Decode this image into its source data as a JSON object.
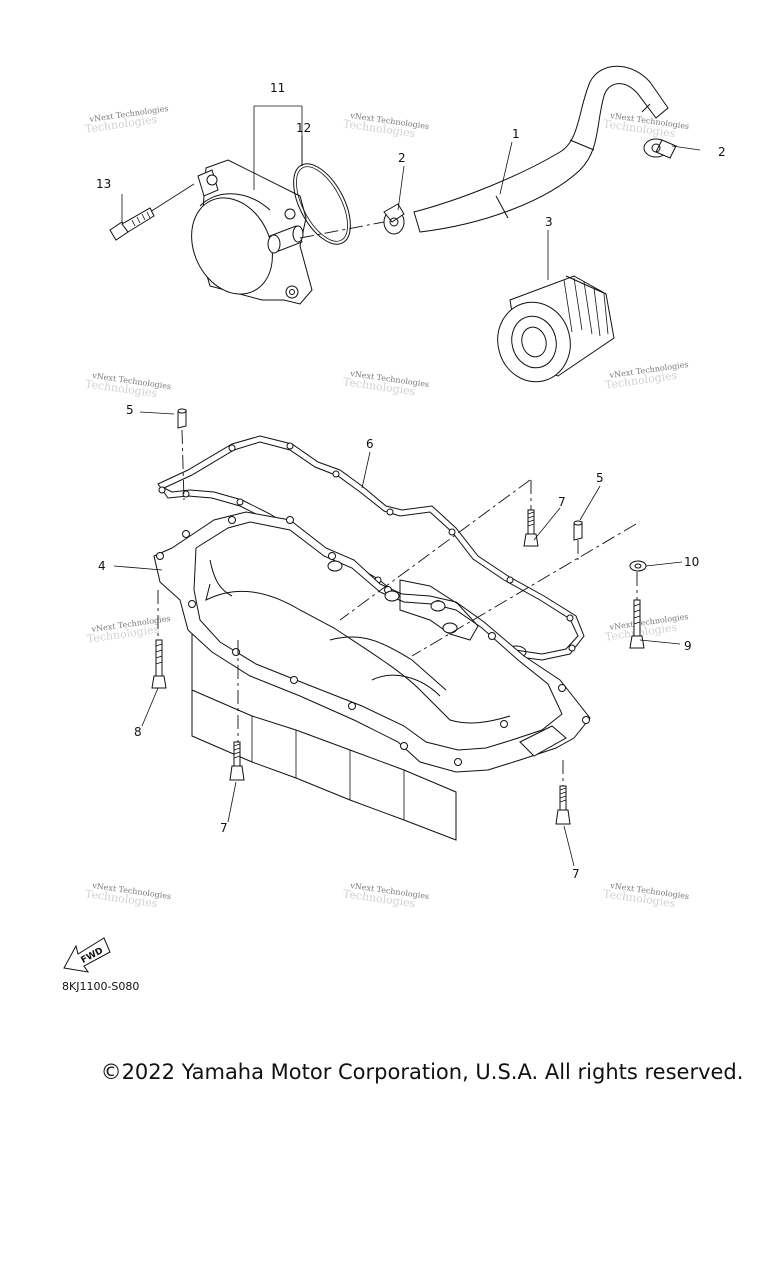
{
  "callouts": {
    "c1": "1",
    "c2a": "2",
    "c2b": "2",
    "c3": "3",
    "c4": "4",
    "c5a": "5",
    "c5b": "5",
    "c6": "6",
    "c7a": "7",
    "c7b": "7",
    "c7c": "7",
    "c8": "8",
    "c9": "9",
    "c10": "10",
    "c11": "11",
    "c12": "12",
    "c13": "13"
  },
  "watermark": {
    "text": "vNext Technologies",
    "faint": "Technologies"
  },
  "fwd_label": "FWD",
  "ref_code": "8KJ1100-S080",
  "copyright": "©2022 Yamaha Motor Corporation, U.S.A. All rights reserved."
}
